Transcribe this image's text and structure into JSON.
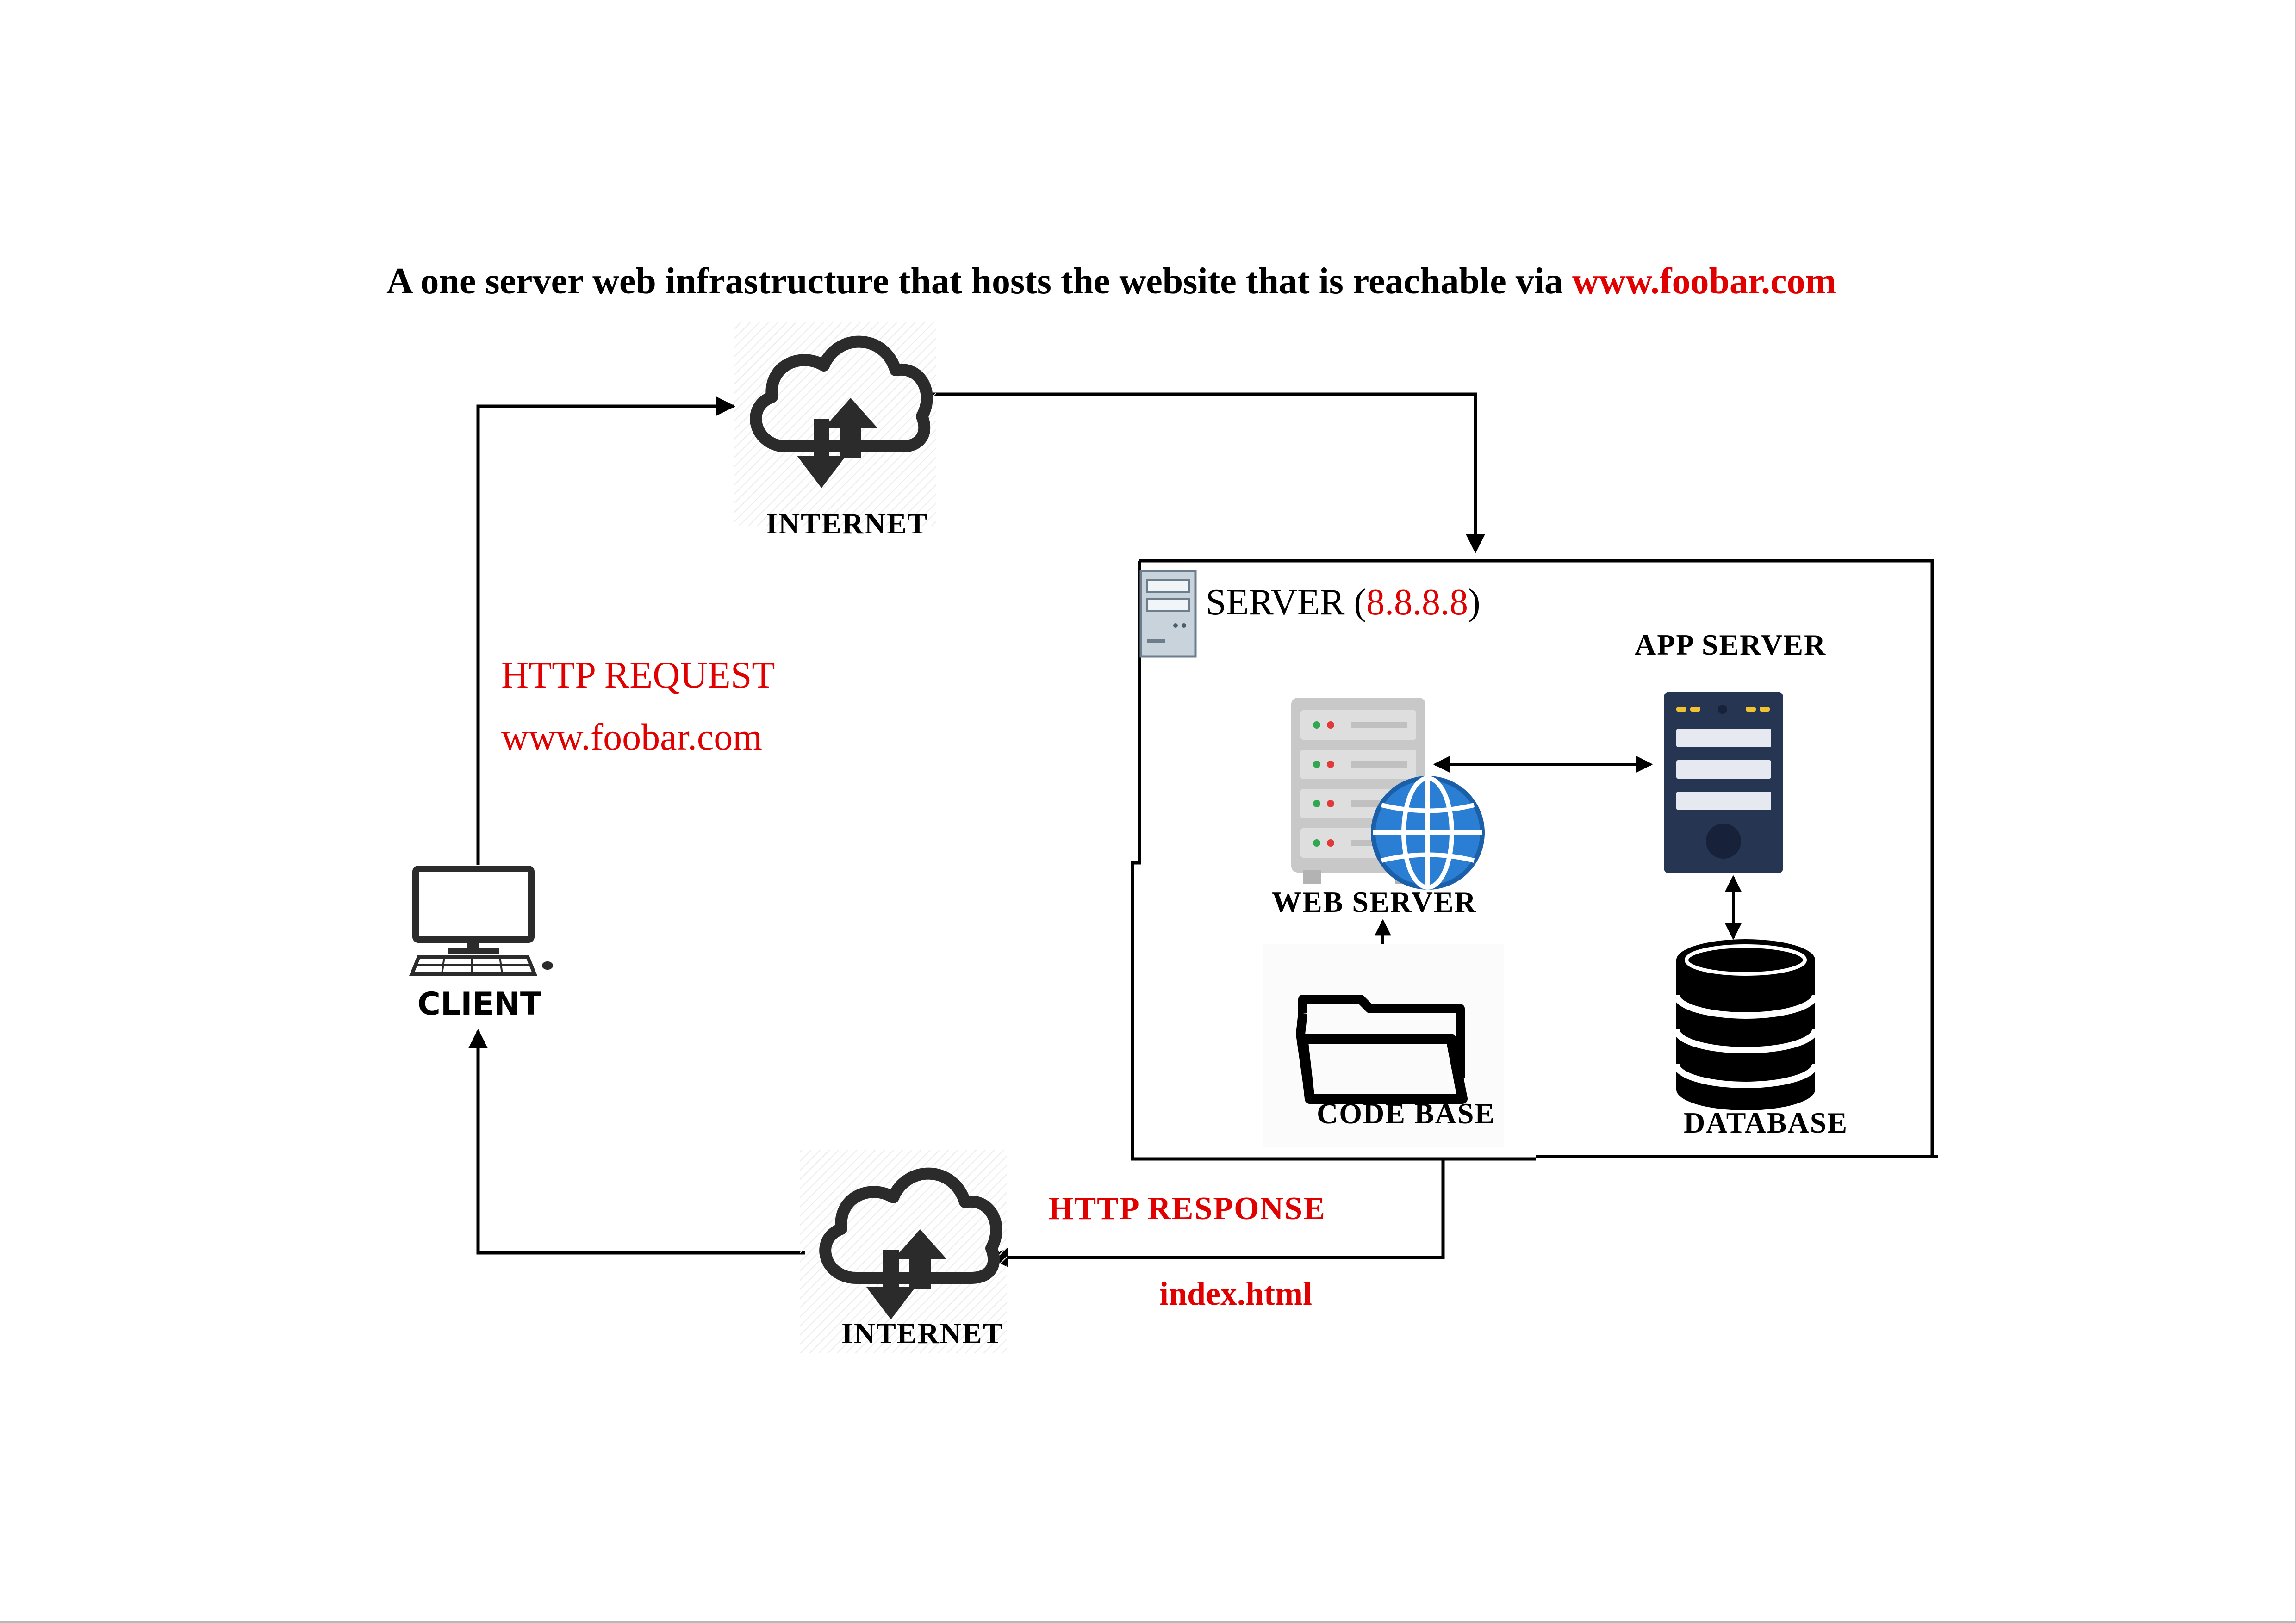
{
  "title": {
    "text": "A one server web infrastructure that hosts the website that is reachable via ",
    "domain": "www.foobar.com"
  },
  "nodes": {
    "internet_top": "INTERNET",
    "internet_bottom": "INTERNET",
    "client": "CLIENT",
    "server_title": "SERVER (",
    "server_ip": "8.8.8.8",
    "server_close": ")",
    "web_server": "WEB SERVER",
    "app_server": "APP SERVER",
    "code_base": "CODE BASE",
    "database": "DATABASE"
  },
  "request": {
    "label": "HTTP REQUEST",
    "url": "www.foobar.com"
  },
  "response": {
    "label": "HTTP RESPONSE",
    "file": "index.html"
  },
  "colors": {
    "accent_red": "#e00000",
    "line": "#000000",
    "icon_dark": "#2b2b2b",
    "app_server_navy": "#253552",
    "web_server_gray": "#c8c8c8",
    "globe_blue": "#2a7fd4"
  }
}
